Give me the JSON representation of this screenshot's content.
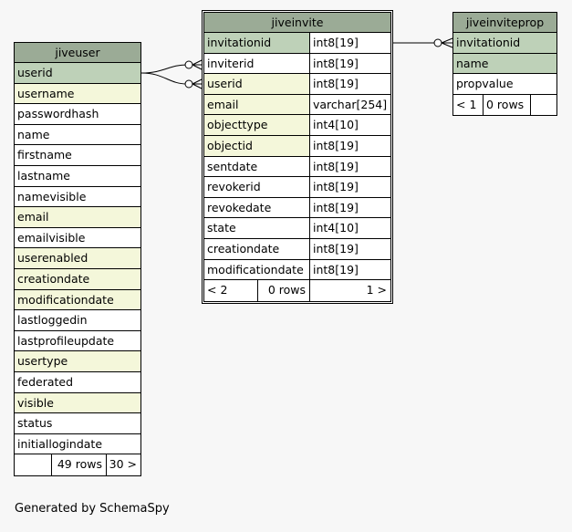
{
  "tables": {
    "jiveuser": {
      "name": "jiveuser",
      "columns": [
        {
          "name": "userid",
          "kind": "pk"
        },
        {
          "name": "username",
          "kind": "idx"
        },
        {
          "name": "passwordhash",
          "kind": "plain"
        },
        {
          "name": "name",
          "kind": "plain"
        },
        {
          "name": "firstname",
          "kind": "plain"
        },
        {
          "name": "lastname",
          "kind": "plain"
        },
        {
          "name": "namevisible",
          "kind": "plain"
        },
        {
          "name": "email",
          "kind": "idx"
        },
        {
          "name": "emailvisible",
          "kind": "plain"
        },
        {
          "name": "userenabled",
          "kind": "idx"
        },
        {
          "name": "creationdate",
          "kind": "idx"
        },
        {
          "name": "modificationdate",
          "kind": "idx"
        },
        {
          "name": "lastloggedin",
          "kind": "plain"
        },
        {
          "name": "lastprofileupdate",
          "kind": "plain"
        },
        {
          "name": "usertype",
          "kind": "idx"
        },
        {
          "name": "federated",
          "kind": "plain"
        },
        {
          "name": "visible",
          "kind": "idx"
        },
        {
          "name": "status",
          "kind": "plain"
        },
        {
          "name": "initiallogindate",
          "kind": "plain"
        }
      ],
      "footer": [
        "",
        "49 rows",
        "30 >"
      ]
    },
    "jiveinvite": {
      "name": "jiveinvite",
      "columns": [
        {
          "name": "invitationid",
          "type": "int8[19]",
          "kind": "pk"
        },
        {
          "name": "inviterid",
          "type": "int8[19]",
          "kind": "plain"
        },
        {
          "name": "userid",
          "type": "int8[19]",
          "kind": "idx"
        },
        {
          "name": "email",
          "type": "varchar[254]",
          "kind": "idx"
        },
        {
          "name": "objecttype",
          "type": "int4[10]",
          "kind": "idx"
        },
        {
          "name": "objectid",
          "type": "int8[19]",
          "kind": "idx"
        },
        {
          "name": "sentdate",
          "type": "int8[19]",
          "kind": "plain"
        },
        {
          "name": "revokerid",
          "type": "int8[19]",
          "kind": "plain"
        },
        {
          "name": "revokedate",
          "type": "int8[19]",
          "kind": "plain"
        },
        {
          "name": "state",
          "type": "int4[10]",
          "kind": "plain"
        },
        {
          "name": "creationdate",
          "type": "int8[19]",
          "kind": "plain"
        },
        {
          "name": "modificationdate",
          "type": "int8[19]",
          "kind": "plain"
        }
      ],
      "footer": [
        "< 2",
        "0 rows",
        "1 >"
      ]
    },
    "jiveinviteprop": {
      "name": "jiveinviteprop",
      "columns": [
        {
          "name": "invitationid",
          "kind": "pk"
        },
        {
          "name": "name",
          "kind": "pk"
        },
        {
          "name": "propvalue",
          "kind": "plain"
        }
      ],
      "footer": [
        "< 1",
        "0 rows",
        ""
      ]
    }
  },
  "generated_by": "Generated by SchemaSpy"
}
